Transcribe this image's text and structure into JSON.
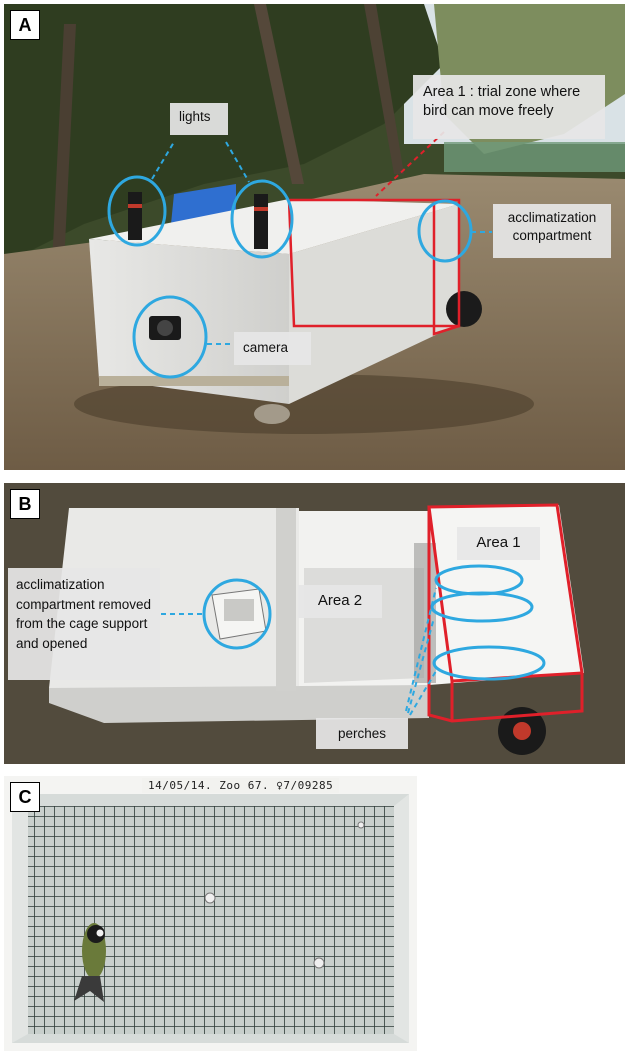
{
  "panels": {
    "a": {
      "letter": "A",
      "callouts": {
        "lights": "lights",
        "camera": "camera",
        "area1": "Area 1 : trial zone where bird can move freely",
        "acclimatization": "acclimatization compartment"
      }
    },
    "b": {
      "letter": "B",
      "callouts": {
        "area1": "Area 1",
        "area2": "Area 2",
        "acclimatization_removed": "acclimatization compartment removed from the cage support and opened",
        "perches": "perches"
      }
    },
    "c": {
      "letter": "C",
      "cage_label": "14/05/14. Zoo 67. ♀7/09285"
    }
  },
  "colors": {
    "annotation_blue": "#2ea8e0",
    "area_red": "#e0202a",
    "callout_bg": "#e6e6e6"
  }
}
